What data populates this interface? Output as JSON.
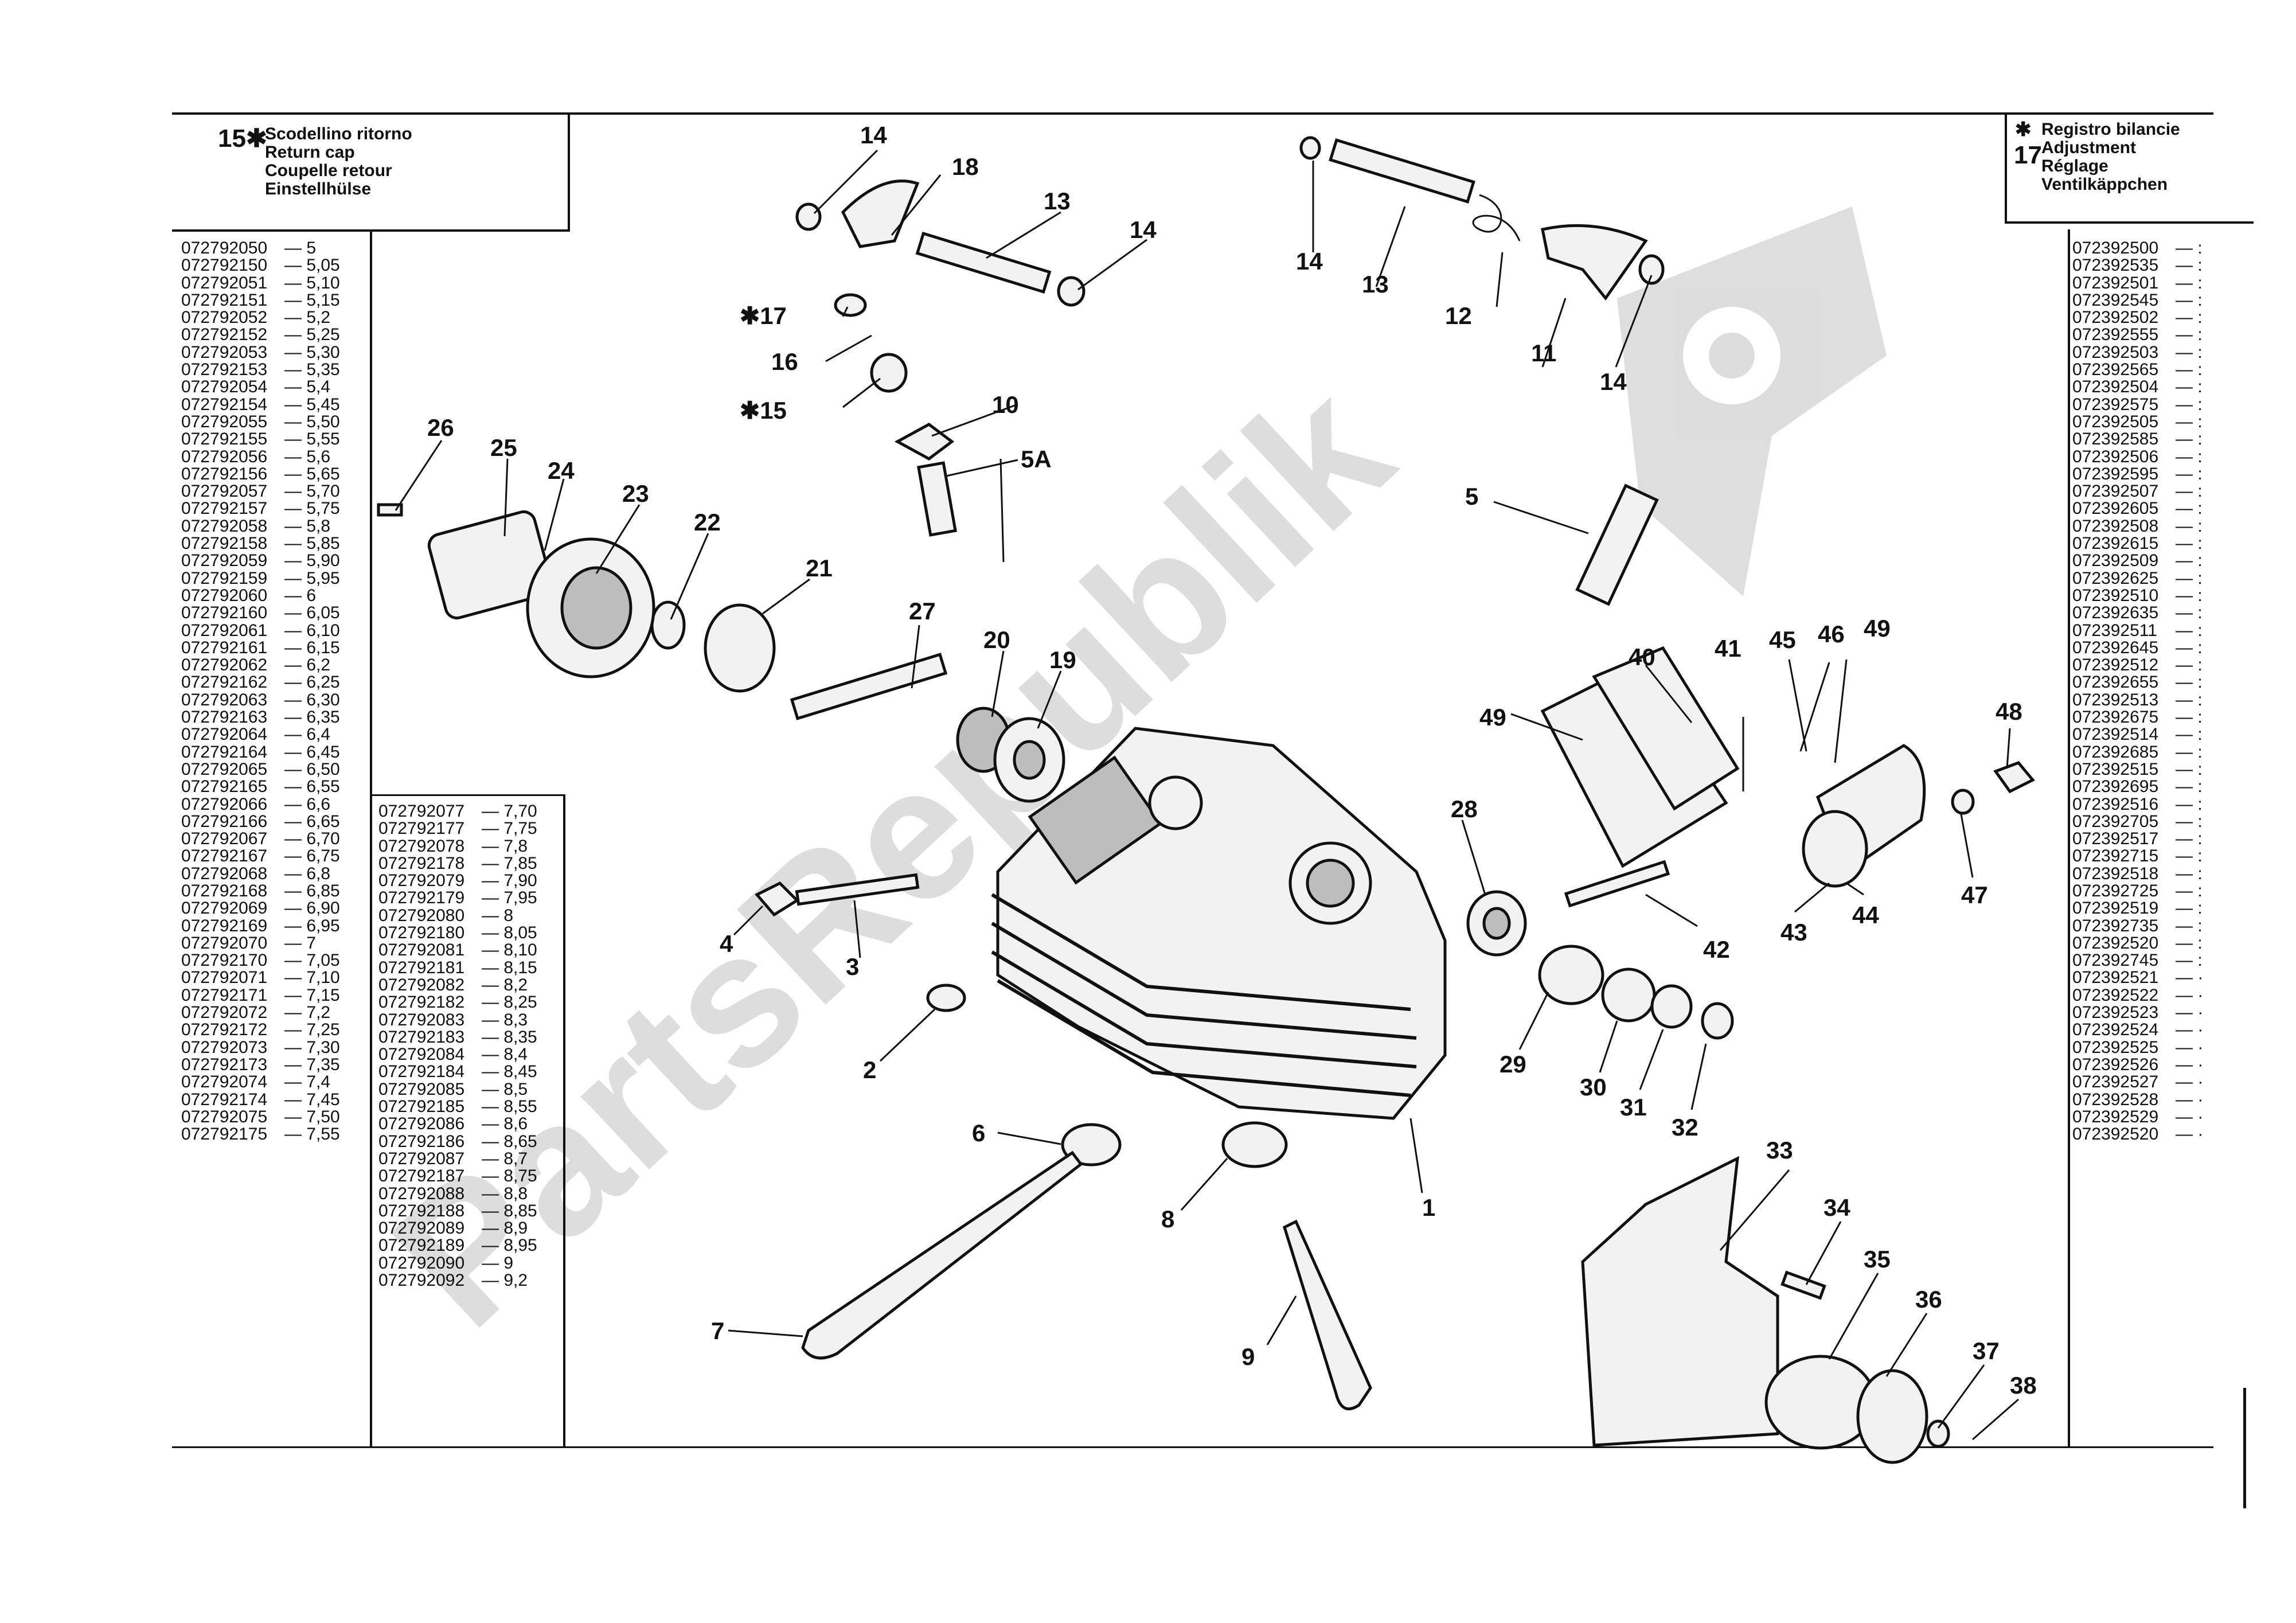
{
  "left_legend": {
    "number": "15✱",
    "lines": [
      "Scodellino ritorno",
      "Return cap",
      "Coupelle retour",
      "Einstellhülse"
    ]
  },
  "right_legend": {
    "marker": "✱",
    "number": "17",
    "lines": [
      "Registro bilancie",
      "Adjustment",
      "Réglage",
      "Ventilkäppchen"
    ]
  },
  "table_15_col1": [
    [
      "072792050",
      "— 5"
    ],
    [
      "072792150",
      "— 5,05"
    ],
    [
      "072792051",
      "— 5,10"
    ],
    [
      "072792151",
      "— 5,15"
    ],
    [
      "072792052",
      "— 5,2"
    ],
    [
      "072792152",
      "— 5,25"
    ],
    [
      "072792053",
      "— 5,30"
    ],
    [
      "072792153",
      "— 5,35"
    ],
    [
      "072792054",
      "— 5,4"
    ],
    [
      "072792154",
      "— 5,45"
    ],
    [
      "072792055",
      "— 5,50"
    ],
    [
      "072792155",
      "— 5,55"
    ],
    [
      "072792056",
      "— 5,6"
    ],
    [
      "072792156",
      "— 5,65"
    ],
    [
      "072792057",
      "— 5,70"
    ],
    [
      "072792157",
      "— 5,75"
    ],
    [
      "072792058",
      "— 5,8"
    ],
    [
      "072792158",
      "— 5,85"
    ],
    [
      "072792059",
      "— 5,90"
    ],
    [
      "072792159",
      "— 5,95"
    ],
    [
      "072792060",
      "— 6"
    ],
    [
      "072792160",
      "— 6,05"
    ],
    [
      "072792061",
      "— 6,10"
    ],
    [
      "072792161",
      "— 6,15"
    ],
    [
      "072792062",
      "— 6,2"
    ],
    [
      "072792162",
      "— 6,25"
    ],
    [
      "072792063",
      "— 6,30"
    ],
    [
      "072792163",
      "— 6,35"
    ],
    [
      "072792064",
      "— 6,4"
    ],
    [
      "072792164",
      "— 6,45"
    ],
    [
      "072792065",
      "— 6,50"
    ],
    [
      "072792165",
      "— 6,55"
    ],
    [
      "072792066",
      "— 6,6"
    ],
    [
      "072792166",
      "— 6,65"
    ],
    [
      "072792067",
      "— 6,70"
    ],
    [
      "072792167",
      "— 6,75"
    ],
    [
      "072792068",
      "— 6,8"
    ],
    [
      "072792168",
      "— 6,85"
    ],
    [
      "072792069",
      "— 6,90"
    ],
    [
      "072792169",
      "— 6,95"
    ],
    [
      "072792070",
      "— 7"
    ],
    [
      "072792170",
      "— 7,05"
    ],
    [
      "072792071",
      "— 7,10"
    ],
    [
      "072792171",
      "— 7,15"
    ],
    [
      "072792072",
      "— 7,2"
    ],
    [
      "072792172",
      "— 7,25"
    ],
    [
      "072792073",
      "— 7,30"
    ],
    [
      "072792173",
      "— 7,35"
    ],
    [
      "072792074",
      "— 7,4"
    ],
    [
      "072792174",
      "— 7,45"
    ],
    [
      "072792075",
      "— 7,50"
    ],
    [
      "072792175",
      "— 7,55"
    ]
  ],
  "table_15_col2": [
    [
      "072792077",
      "— 7,70"
    ],
    [
      "072792177",
      "— 7,75"
    ],
    [
      "072792078",
      "— 7,8"
    ],
    [
      "072792178",
      "— 7,85"
    ],
    [
      "072792079",
      "— 7,90"
    ],
    [
      "072792179",
      "— 7,95"
    ],
    [
      "072792080",
      "— 8"
    ],
    [
      "072792180",
      "— 8,05"
    ],
    [
      "072792081",
      "— 8,10"
    ],
    [
      "072792181",
      "— 8,15"
    ],
    [
      "072792082",
      "— 8,2"
    ],
    [
      "072792182",
      "— 8,25"
    ],
    [
      "072792083",
      "— 8,3"
    ],
    [
      "072792183",
      "— 8,35"
    ],
    [
      "072792084",
      "— 8,4"
    ],
    [
      "072792184",
      "— 8,45"
    ],
    [
      "072792085",
      "— 8,5"
    ],
    [
      "072792185",
      "— 8,55"
    ],
    [
      "072792086",
      "— 8,6"
    ],
    [
      "072792186",
      "— 8,65"
    ],
    [
      "072792087",
      "— 8,7"
    ],
    [
      "072792187",
      "— 8,75"
    ],
    [
      "072792088",
      "— 8,8"
    ],
    [
      "072792188",
      "— 8,85"
    ],
    [
      "072792089",
      "— 8,9"
    ],
    [
      "072792189",
      "— 8,95"
    ],
    [
      "072792090",
      "— 9"
    ],
    [
      "072792092",
      "— 9,2"
    ]
  ],
  "table_17": [
    [
      "072392500",
      "— :"
    ],
    [
      "072392535",
      "— :"
    ],
    [
      "072392501",
      "— :"
    ],
    [
      "072392545",
      "— :"
    ],
    [
      "072392502",
      "— :"
    ],
    [
      "072392555",
      "— :"
    ],
    [
      "072392503",
      "— :"
    ],
    [
      "072392565",
      "— :"
    ],
    [
      "072392504",
      "— :"
    ],
    [
      "072392575",
      "— :"
    ],
    [
      "072392505",
      "— :"
    ],
    [
      "072392585",
      "— :"
    ],
    [
      "072392506",
      "— :"
    ],
    [
      "072392595",
      "— :"
    ],
    [
      "072392507",
      "— :"
    ],
    [
      "072392605",
      "— :"
    ],
    [
      "072392508",
      "— :"
    ],
    [
      "072392615",
      "— :"
    ],
    [
      "072392509",
      "— :"
    ],
    [
      "072392625",
      "— :"
    ],
    [
      "072392510",
      "— :"
    ],
    [
      "072392635",
      "— :"
    ],
    [
      "072392511",
      "— :"
    ],
    [
      "072392645",
      "— :"
    ],
    [
      "072392512",
      "— :"
    ],
    [
      "072392655",
      "— :"
    ],
    [
      "072392513",
      "— :"
    ],
    [
      "072392675",
      "— :"
    ],
    [
      "072392514",
      "— :"
    ],
    [
      "072392685",
      "— :"
    ],
    [
      "072392515",
      "— :"
    ],
    [
      "072392695",
      "— :"
    ],
    [
      "072392516",
      "— :"
    ],
    [
      "072392705",
      "— :"
    ],
    [
      "072392517",
      "— :"
    ],
    [
      "072392715",
      "— :"
    ],
    [
      "072392518",
      "— :"
    ],
    [
      "072392725",
      "— :"
    ],
    [
      "072392519",
      "— :"
    ],
    [
      "072392735",
      "— :"
    ],
    [
      "072392520",
      "— :"
    ],
    [
      "072392745",
      "— :"
    ],
    [
      "072392521",
      "— ·"
    ],
    [
      "072392522",
      "— ·"
    ],
    [
      "072392523",
      "— ·"
    ],
    [
      "072392524",
      "— ·"
    ],
    [
      "072392525",
      "— ·"
    ],
    [
      "072392526",
      "— ·"
    ],
    [
      "072392527",
      "— ·"
    ],
    [
      "072392528",
      "— ·"
    ],
    [
      "072392529",
      "— ·"
    ],
    [
      "072392520",
      "— ·"
    ]
  ],
  "callouts": {
    "c1": "1",
    "c2": "2",
    "c3": "3",
    "c4": "4",
    "c5": "5",
    "c5a": "5A",
    "c6": "6",
    "c7": "7",
    "c8": "8",
    "c9": "9",
    "c10": "10",
    "c11": "11",
    "c12": "12",
    "c13a": "13",
    "c13b": "13",
    "c14a": "14",
    "c14b": "14",
    "c14c": "14",
    "c14d": "14",
    "c15": "✱15",
    "c16": "16",
    "c17": "✱17",
    "c18": "18",
    "c19": "19",
    "c20": "20",
    "c21": "21",
    "c22": "22",
    "c23": "23",
    "c24": "24",
    "c25": "25",
    "c26": "26",
    "c27": "27",
    "c28": "28",
    "c29": "29",
    "c30": "30",
    "c31": "31",
    "c32": "32",
    "c33": "33",
    "c34": "34",
    "c35": "35",
    "c36": "36",
    "c37": "37",
    "c38": "38",
    "c40": "40",
    "c41": "41",
    "c42": "42",
    "c43": "43",
    "c44": "44",
    "c45": "45",
    "c46": "46",
    "c47": "47",
    "c48": "48",
    "c49a": "49",
    "c49b": "49"
  },
  "watermark": "PartsRepublik"
}
